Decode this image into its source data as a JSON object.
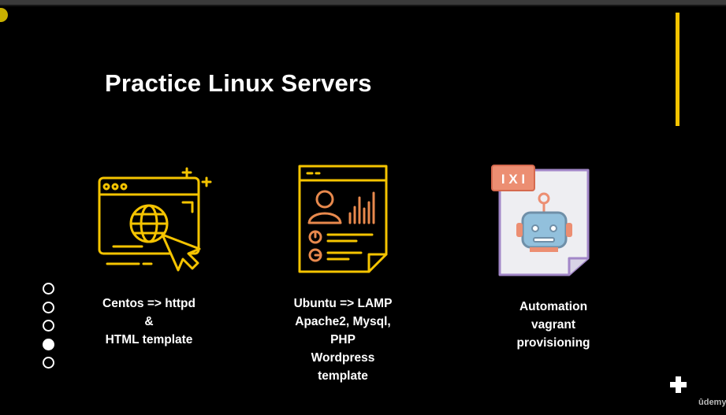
{
  "slide": {
    "title": "Practice Linux Servers",
    "accent_color": "#f5c400",
    "cards": [
      {
        "icon": "web-browser-globe-cursor-icon",
        "lines": [
          "Centos => httpd",
          "&",
          "HTML template"
        ]
      },
      {
        "icon": "profile-report-document-icon",
        "lines": [
          "Ubuntu => LAMP",
          "Apache2, Mysql,",
          "PHP",
          "Wordpress",
          "template"
        ]
      },
      {
        "icon": "robot-document-icon",
        "lines": [
          "Automation",
          "vagrant",
          "provisioning"
        ]
      }
    ]
  },
  "pagination": {
    "total": 5,
    "active_index": 3
  },
  "controls": {
    "expand_icon": "plus-icon"
  },
  "watermark": {
    "text": "ûdemy"
  }
}
